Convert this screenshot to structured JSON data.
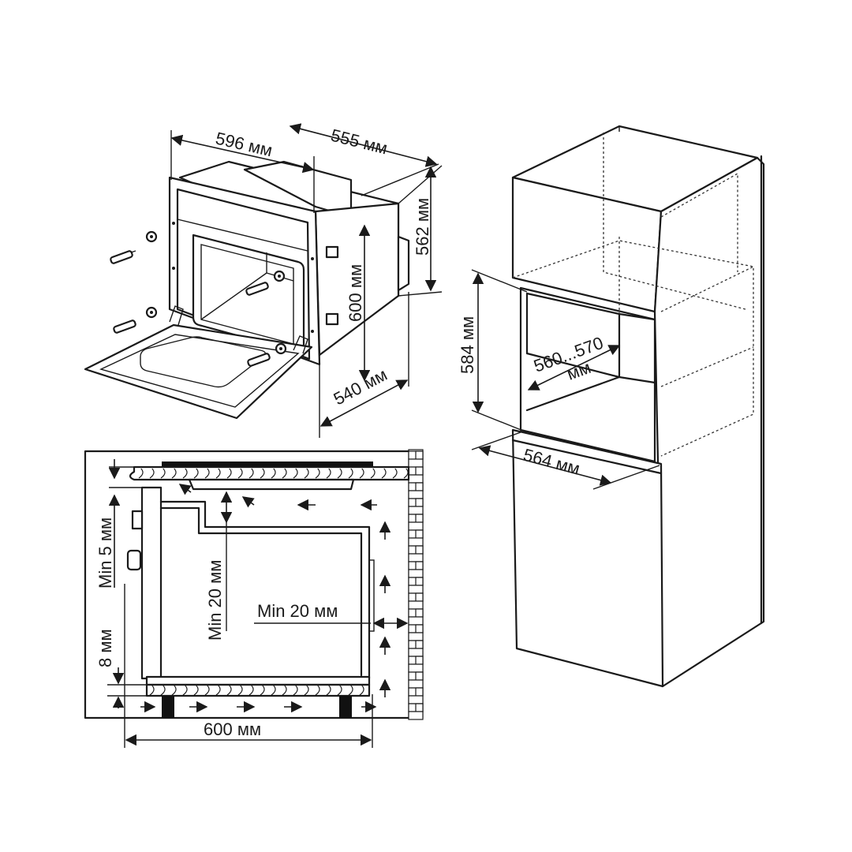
{
  "colors": {
    "line": "#1a1a1a",
    "background": "#ffffff",
    "foot": "#111111"
  },
  "oven_dims": {
    "width": "596 мм",
    "depth": "555 мм",
    "height": "562 мм",
    "front_height": "600 мм",
    "body_depth": "540 мм"
  },
  "cabinet_dims": {
    "niche_height": "584 мм",
    "niche_width_line1": "560...570",
    "niche_width_line2": "мм",
    "niche_depth": "564 мм"
  },
  "section_dims": {
    "gap_top": "Min 5 мм",
    "vent_top": "Min 20 мм",
    "vent_back": "Min 20 мм",
    "bottom_gap": "8 мм",
    "cabinet_depth": "600 мм"
  }
}
